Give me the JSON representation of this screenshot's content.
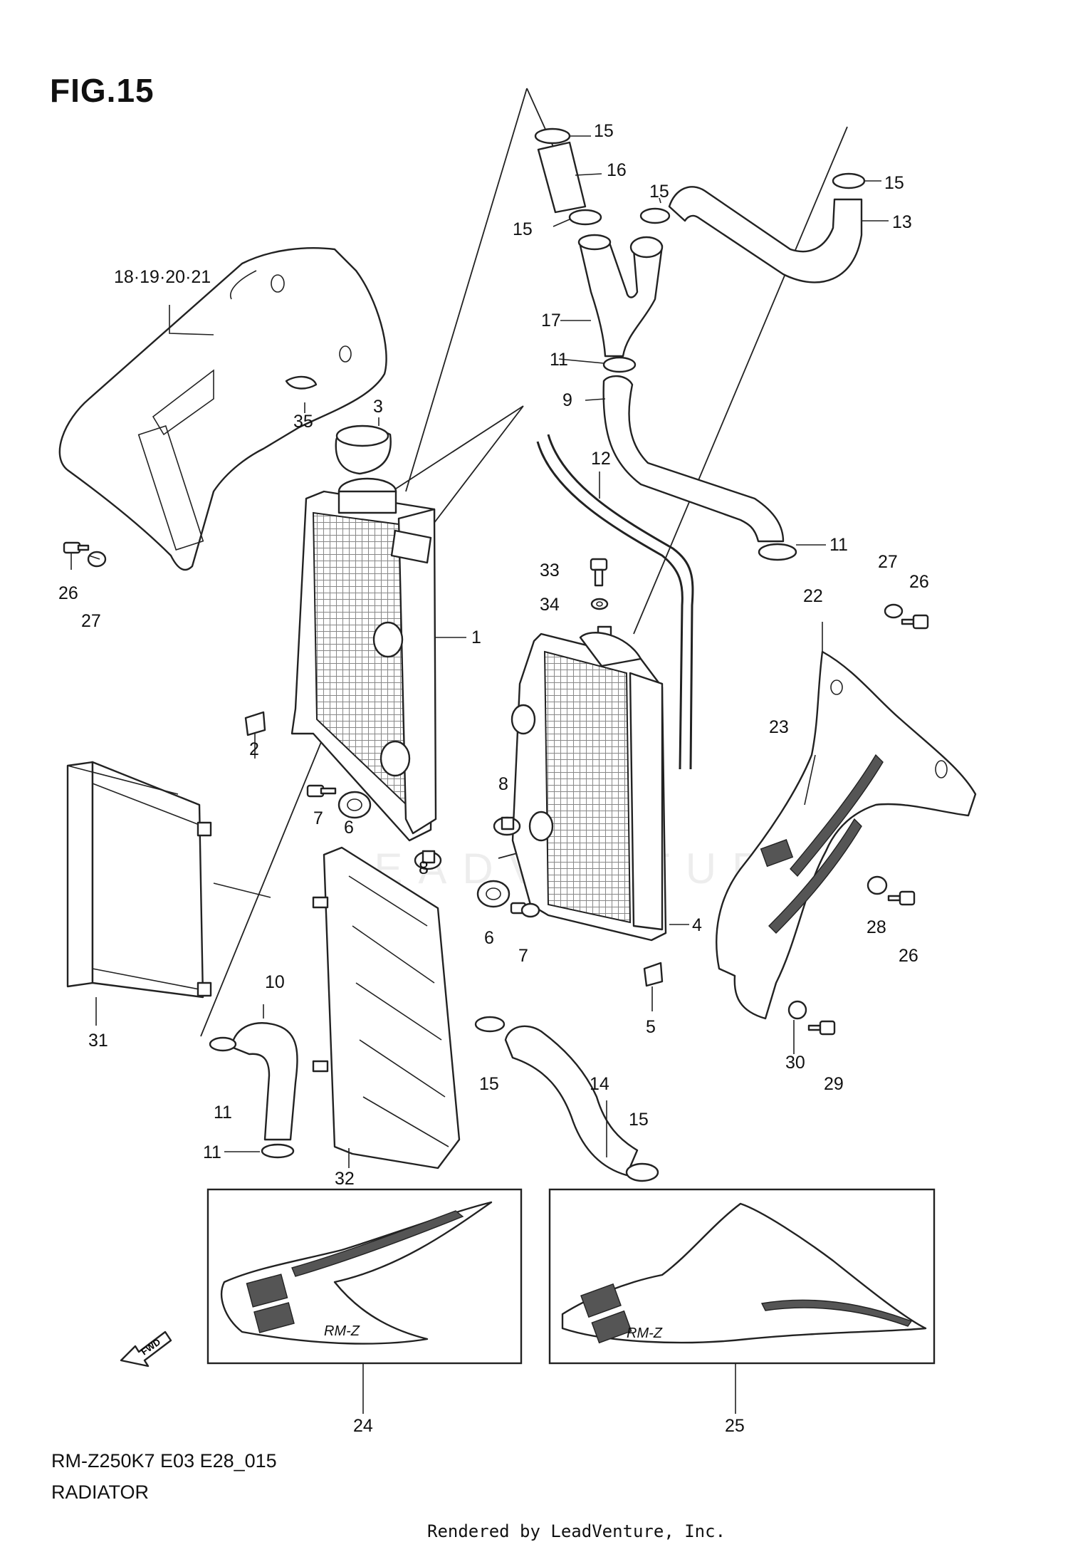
{
  "figure": {
    "title": "FIG.15",
    "model_code": "RM-Z250K7 E03 E28_015",
    "name": "RADIATOR",
    "credit": "Rendered by LeadVenture, Inc.",
    "watermark": "LEADVENTURE",
    "fwd_label": "FWD",
    "decal_text_left": "RM-Z",
    "decal_text_right": "RM-Z"
  },
  "callouts": {
    "c15a": "15",
    "c16": "16",
    "c15b": "15",
    "c15c": "15",
    "c15d": "15",
    "c13": "13",
    "c18": "18·19·20·21",
    "c17": "17",
    "c11a": "11",
    "c9": "9",
    "c35": "35",
    "c3": "3",
    "c12": "12",
    "c11b": "11",
    "c33": "33",
    "c34": "34",
    "c27a": "27",
    "c26a": "26",
    "c22": "22",
    "c26b": "26",
    "c27b": "27",
    "c1": "1",
    "c23": "23",
    "c2": "2",
    "c8a": "8",
    "c7a": "7",
    "c6a": "6",
    "c8b": "8",
    "c6b": "6",
    "c7b": "7",
    "c4": "4",
    "c28": "28",
    "c26c": "26",
    "c31": "31",
    "c10": "10",
    "c5": "5",
    "c30": "30",
    "c29": "29",
    "c15e": "15",
    "c14": "14",
    "c15f": "15",
    "c11c": "11",
    "c11d": "11",
    "c32": "32",
    "c24": "24",
    "c25": "25"
  }
}
